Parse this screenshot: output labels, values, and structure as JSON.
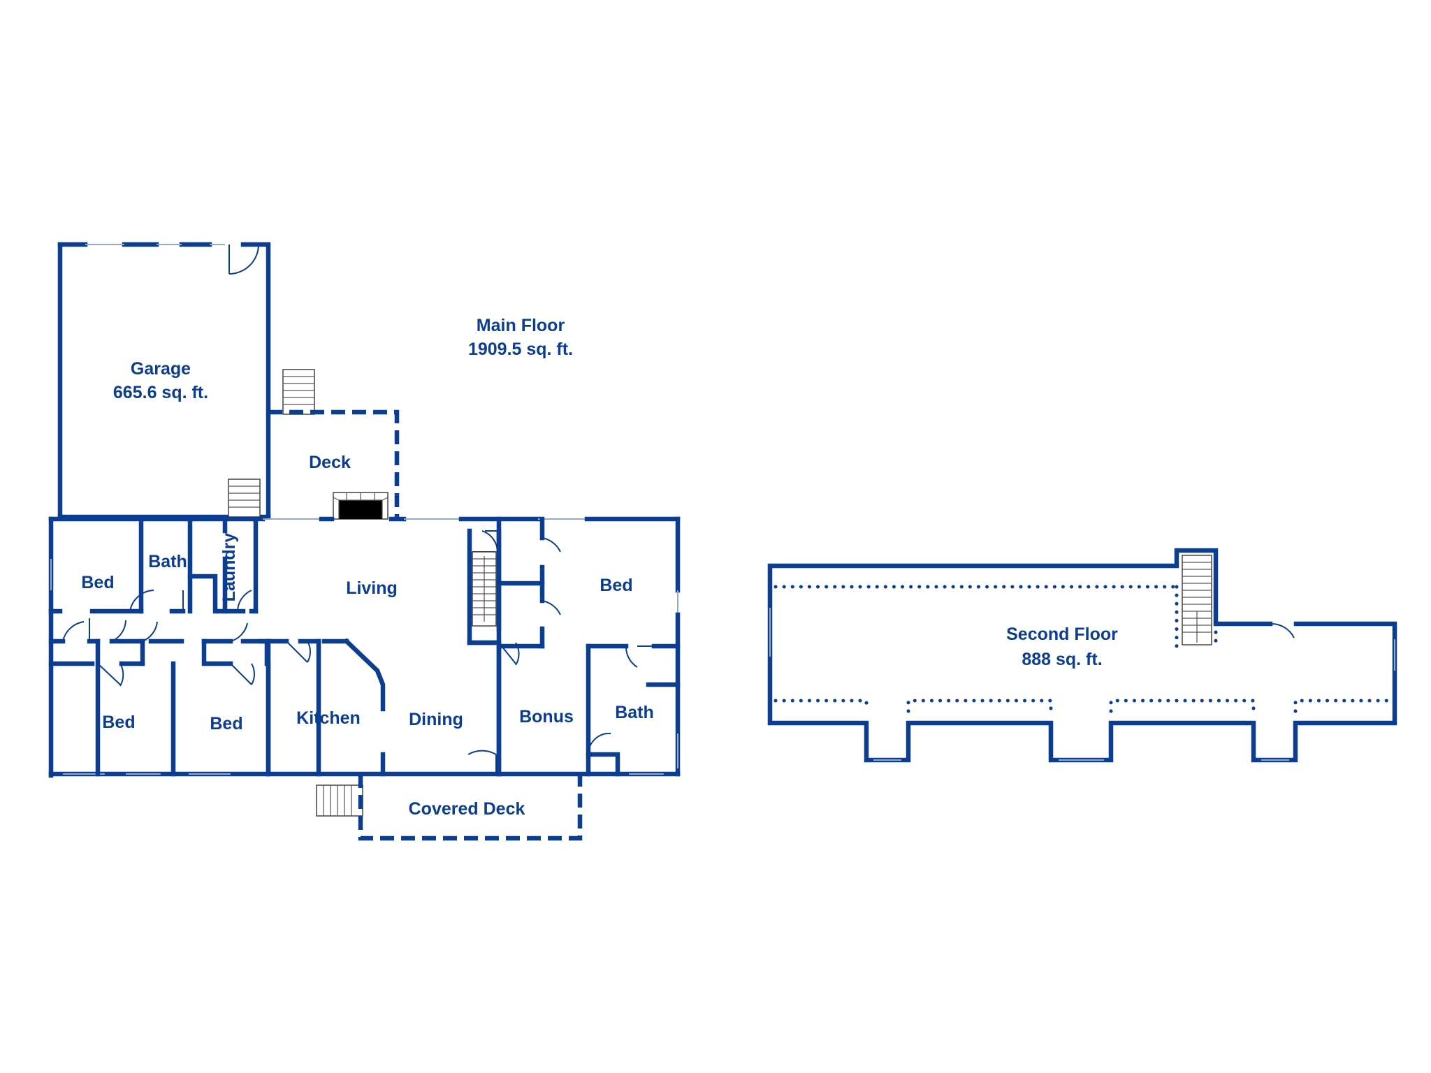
{
  "main_floor": {
    "title": "Main Floor",
    "area": "1909.5 sq. ft."
  },
  "garage": {
    "name": "Garage",
    "area": "665.6 sq. ft."
  },
  "second_floor": {
    "title": "Second Floor",
    "area": "888 sq. ft."
  },
  "rooms": {
    "deck": "Deck",
    "bed_1": "Bed",
    "bath_1": "Bath",
    "laundry": "Laundry",
    "living": "Living",
    "bed_2": "Bed",
    "bed_3": "Bed",
    "bed_4": "Bed",
    "kitchen": "Kitchen",
    "dining": "Dining",
    "bonus": "Bonus",
    "bath_2": "Bath",
    "covered_deck": "Covered Deck"
  },
  "colors": {
    "wall": "#0b3d91",
    "background": "#ffffff"
  }
}
